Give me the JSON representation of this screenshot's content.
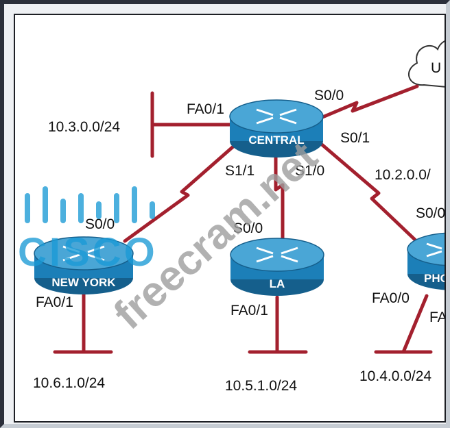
{
  "routers": {
    "central": {
      "name": "CENTRAL"
    },
    "newyork": {
      "name": "NEW YORK"
    },
    "la": {
      "name": "LA"
    },
    "phoenix": {
      "name": "PHO"
    }
  },
  "cloud": {
    "label": "U"
  },
  "interfaces": {
    "central_fa01": "FA0/1",
    "central_s00": "S0/0",
    "central_s01": "S0/1",
    "central_s11": "S1/1",
    "central_s10": "S1/0",
    "newyork_s00": "S0/0",
    "newyork_fa01": "FA0/1",
    "la_s00": "S0/0",
    "la_fa01": "FA0/1",
    "phoenix_s00": "S0/0",
    "phoenix_fa00": "FA0/0",
    "phoenix_fa_partial": "FA"
  },
  "networks": {
    "central_lan": "10.3.0.0/24",
    "phoenix_wan": "10.2.0.0/",
    "newyork_lan": "10.6.1.0/24",
    "la_lan": "10.5.1.0/24",
    "phoenix_lan": "10.4.0.0/24"
  },
  "watermark": {
    "text": "freecram.net",
    "logo_text": "CISCO"
  },
  "colors": {
    "link": "#a3202e",
    "router_top": "#4aa6d6",
    "router_body": "#1c7fb8",
    "router_dark": "#155f8c",
    "watermark": "#9e9e9e",
    "cisco_blue": "#1a9ad6"
  }
}
